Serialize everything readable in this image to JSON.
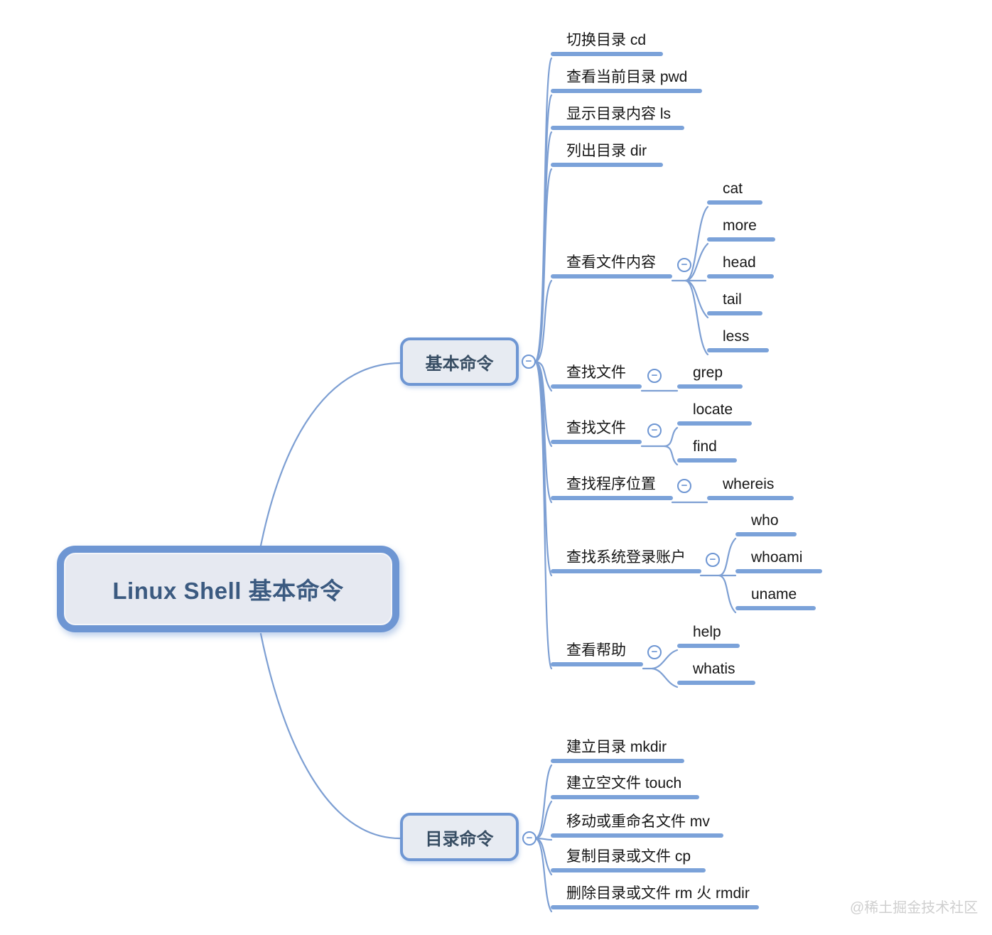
{
  "root": {
    "label": "Linux Shell 基本命令"
  },
  "ui": {
    "minus_symbol": "−"
  },
  "colors": {
    "node_border": "#6e96d3",
    "node_fill": "#e7ebf2",
    "branch_line": "#7d9fd3",
    "leaf_bar": "#7ba2d9",
    "root_text": "#3b5a80",
    "leaf_text": "#161616",
    "watermark_text": "#cfcfcf"
  },
  "watermark": "@稀土掘金技术社区",
  "branches": [
    {
      "label": "基本命令",
      "children": [
        {
          "label": "切换目录 cd"
        },
        {
          "label": "查看当前目录 pwd"
        },
        {
          "label": "显示目录内容 ls"
        },
        {
          "label": "列出目录 dir"
        },
        {
          "label": "查看文件内容",
          "children": [
            {
              "label": "cat"
            },
            {
              "label": "more"
            },
            {
              "label": "head"
            },
            {
              "label": "tail"
            },
            {
              "label": "less"
            }
          ]
        },
        {
          "label": "查找文件",
          "children": [
            {
              "label": "grep"
            }
          ]
        },
        {
          "label": "查找文件",
          "children": [
            {
              "label": "locate"
            },
            {
              "label": "find"
            }
          ]
        },
        {
          "label": "查找程序位置",
          "children": [
            {
              "label": "whereis"
            }
          ]
        },
        {
          "label": "查找系统登录账户",
          "children": [
            {
              "label": "who"
            },
            {
              "label": "whoami"
            },
            {
              "label": "uname"
            }
          ]
        },
        {
          "label": "查看帮助",
          "children": [
            {
              "label": "help"
            },
            {
              "label": "whatis"
            }
          ]
        }
      ]
    },
    {
      "label": "目录命令",
      "children": [
        {
          "label": "建立目录 mkdir"
        },
        {
          "label": "建立空文件 touch"
        },
        {
          "label": "移动或重命名文件 mv"
        },
        {
          "label": "复制目录或文件 cp"
        },
        {
          "label": "删除目录或文件 rm 火 rmdir"
        }
      ]
    }
  ]
}
